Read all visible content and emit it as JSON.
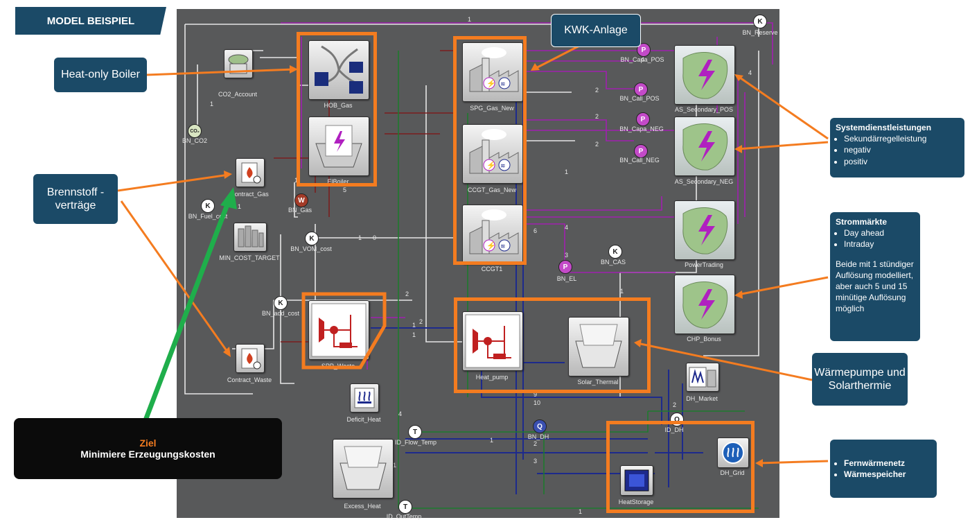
{
  "header": {
    "title": "MODEL BEISPIEL"
  },
  "callouts": {
    "heat_only_boiler": "Heat-only Boiler",
    "kwk_anlage": "KWK-Anlage",
    "brennstoff": "Brennstoff -verträge",
    "waermepumpe": "Wärmepumpe und Solarthermie"
  },
  "info_boxes": {
    "systemdienst": {
      "title": "Systemdienstleistungen",
      "items": [
        "Sekundärregelleistung",
        "negativ",
        "positiv"
      ]
    },
    "strommaerkte": {
      "title": "Strommärkte",
      "items": [
        "Day ahead",
        "Intraday"
      ],
      "note": "Beide mit 1 stündiger Auflösung modelliert, aber auch 5 und 15 minütige Auflösung möglich"
    },
    "fernwaerme": {
      "items": [
        "Fernwärmenetz",
        "Wärmespeicher"
      ]
    }
  },
  "goal": {
    "label": "Ziel",
    "text": "Minimiere Erzeugungskosten"
  },
  "nodes": {
    "co2_account": "CO2_Account",
    "hob_gas": "HOB_Gas",
    "elboiler": "ElBoiler",
    "spg_gas_new": "SPG_Gas_New",
    "ccgt_gas_new": "CCGT_Gas_New",
    "ccgt1": "CCGT1",
    "as_secondary_pos": "AS_Secondary_POS",
    "as_secondary_neg": "AS_Secondary_NEG",
    "powertrading": "PowerTrading",
    "chp_bonus": "CHP_Bonus",
    "contract_gas": "Contract_Gas",
    "contract_waste": "Contract_Waste",
    "min_cost_target": "MIN_COST_TARGET",
    "spp_waste": "SPP_Waste",
    "heat_pump": "Heat_pump",
    "solar_thermal": "Solar_Thermal",
    "dh_market": "DH_Market",
    "deficit_heat": "Deficit_Heat",
    "excess_heat": "Excess_Heat",
    "heatstorage": "HeatStorage",
    "dh_grid": "DH_Grid"
  },
  "bus_nodes": {
    "bn_capa_pos": "BN_Capa_POS",
    "bn_call_pos": "BN_Call_POS",
    "bn_capa_neg": "BN_Capa_NEG",
    "bn_call_neg": "BN_Call_NEG",
    "bn_reserve": "BN_Reserve",
    "bn_co2": "BN_CO2",
    "bn_gas": "BN_Gas",
    "bn_fuel_cost": "BN_Fuel_cost",
    "bn_vom_cost": "BN_VOM_cost",
    "bn_add_cost": "BN_add_cost",
    "bn_cas": "BN_CAS",
    "bn_el": "BN_EL",
    "bn_dh": "BN_DH",
    "id_dh": "ID_DH",
    "id_flow_temp": "ID_Flow_Temp",
    "id_outtemp": "ID_OutTemp"
  },
  "colors": {
    "brand": "#1b4a67",
    "highlight": "#f47c20",
    "goal_arrow": "#1fae4b",
    "canvas": "#58595a",
    "wire_power": "#a020b0",
    "wire_heat": "#1d2a8c",
    "wire_gas": "#7a1e1e",
    "wire_temp": "#1e7a2e",
    "wire_info": "#e6e6e6"
  }
}
